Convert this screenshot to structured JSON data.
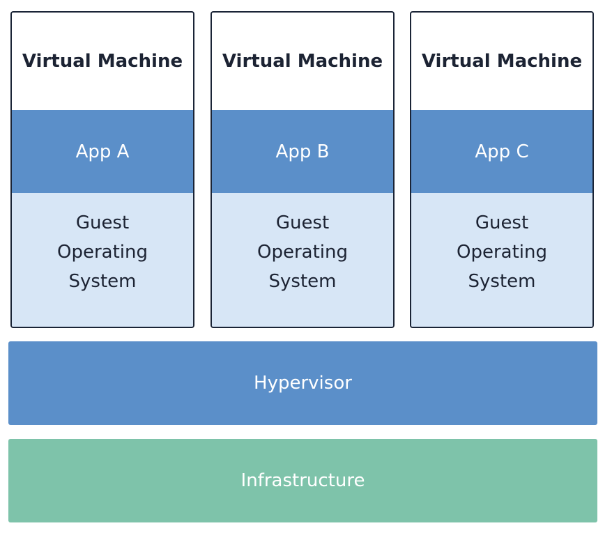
{
  "machines": [
    {
      "title": "Virtual Machine",
      "app": "App A",
      "os_lines": [
        "Guest",
        "Operating",
        "System"
      ]
    },
    {
      "title": "Virtual Machine",
      "app": "App B",
      "os_lines": [
        "Guest",
        "Operating",
        "System"
      ]
    },
    {
      "title": "Virtual Machine",
      "app": "App C",
      "os_lines": [
        "Guest",
        "Operating",
        "System"
      ]
    }
  ],
  "hypervisor": {
    "label": "Hypervisor",
    "color": "#5b8fc9"
  },
  "infrastructure": {
    "label": "Infrastructure",
    "color": "#7ec3aa"
  },
  "colors": {
    "app_fill": "#5b8fc9",
    "os_fill": "#d7e6f6",
    "border": "#1a2436",
    "title_text": "#1c2333"
  }
}
